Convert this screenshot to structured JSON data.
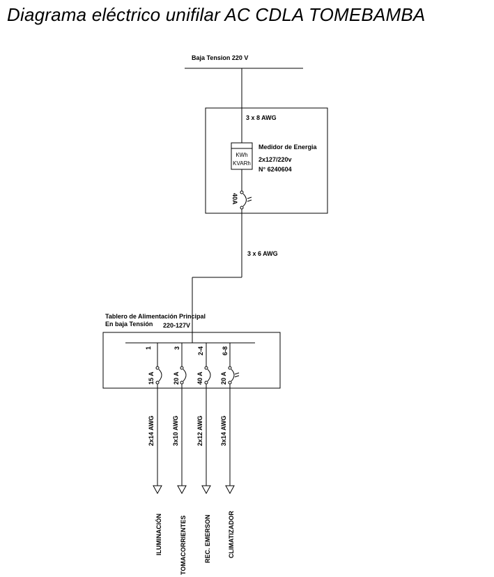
{
  "title": "Diagrama eléctrico unifilar AC CDLA TOMEBAMBA",
  "supply": {
    "label": "Baja Tension 220 V"
  },
  "meter_section": {
    "feeder_in": "3 x 8 AWG",
    "meter_name": "Medidor de Energia",
    "meter_rating": "2x127/220v",
    "meter_number": "N° 6240604",
    "meter_units": [
      "KWh",
      "KVARh"
    ],
    "main_breaker": "40A"
  },
  "feeder_out": "3 x 6 AWG",
  "panel": {
    "title_line1": "Tablero de Alimentación  Principal",
    "title_line2": "En baja Tensión",
    "voltage": "220-127V"
  },
  "circuits": [
    {
      "number": "1",
      "breaker": "15 A",
      "cable": "2x14 AWG",
      "load": "ILUMINACIÓN"
    },
    {
      "number": "3",
      "breaker": "20 A",
      "cable": "3x10 AWG",
      "load": "TOMACORRIENTES"
    },
    {
      "number": "2-4",
      "breaker": "40 A",
      "cable": "2x12 AWG",
      "load": "REC. EMERSON"
    },
    {
      "number": "6-8",
      "breaker": "20 A",
      "cable": "3x14 AWG",
      "load": "CLIMATIZADOR"
    }
  ]
}
